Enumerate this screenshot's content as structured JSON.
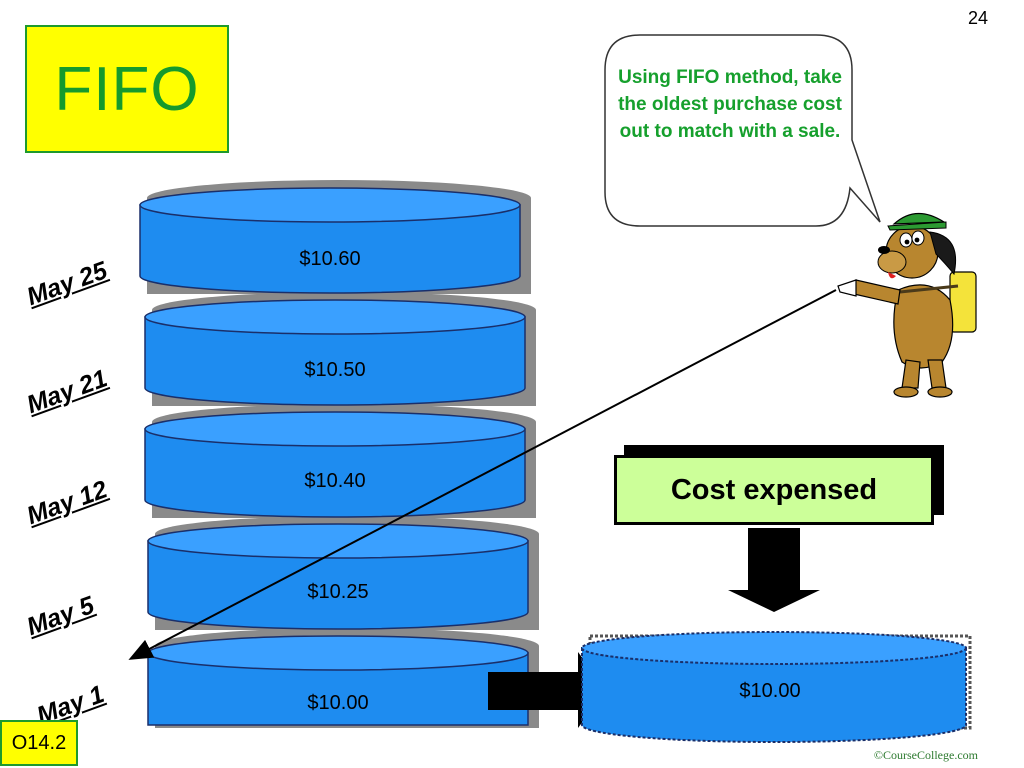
{
  "slide": {
    "page_number": "24",
    "title": "FIFO",
    "code": "O14.2",
    "copyright": "©CourseCollege.com"
  },
  "speech_bubble": {
    "text": "Using FIFO method, take the oldest purchase cost out to match with a sale."
  },
  "inventory_layers": [
    {
      "date": "May 25",
      "cost": "$10.60"
    },
    {
      "date": "May 21",
      "cost": "$10.50"
    },
    {
      "date": "May 12",
      "cost": "$10.40"
    },
    {
      "date": "May 5",
      "cost": "$10.25"
    },
    {
      "date": "May 1",
      "cost": "$10.00"
    }
  ],
  "cost_expensed": {
    "label": "Cost expensed",
    "cost": "$10.00"
  },
  "colors": {
    "layer_fill": "#1e8cf0",
    "layer_top": "#3aa0ff",
    "title_bg": "#ffff00",
    "accent_green": "#16a02d",
    "cost_box_bg": "#ccff99"
  },
  "icons": {
    "mascot": "dog-mascot-icon",
    "down_arrow": "down-arrow-icon",
    "right_arrow": "right-arrow-icon"
  }
}
